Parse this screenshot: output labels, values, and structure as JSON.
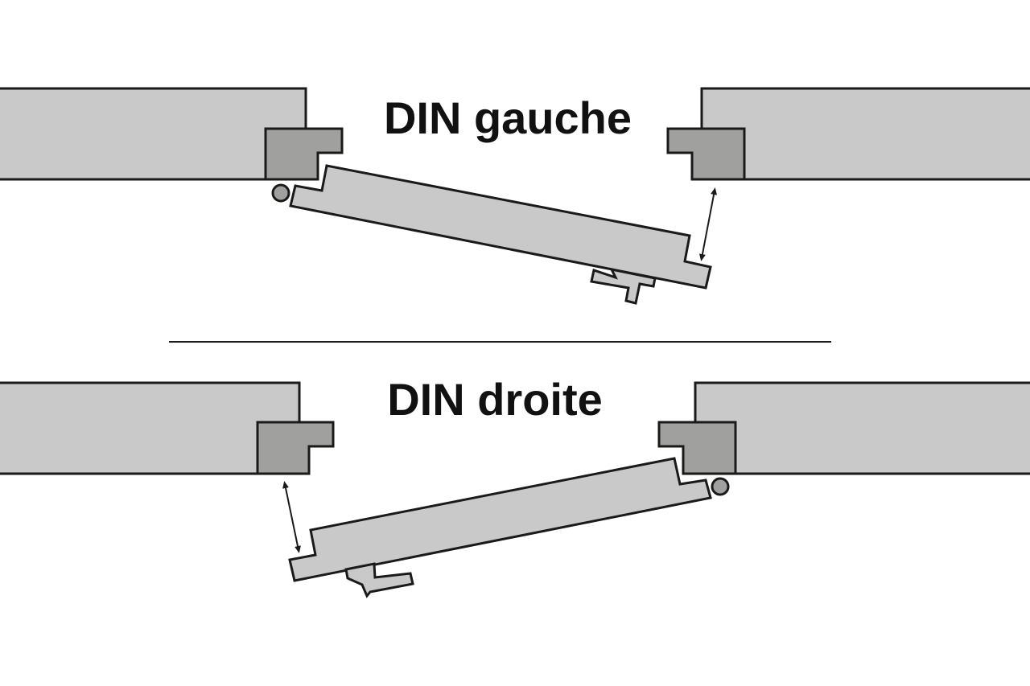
{
  "diagrams": [
    {
      "label": "DIN gauche",
      "hinge_side": "left"
    },
    {
      "label": "DIN droite",
      "hinge_side": "right"
    }
  ],
  "colors": {
    "wall": "#c8c9c8",
    "frame": "#a0a09f",
    "outline": "#1a1a1a",
    "text": "#111111",
    "background": "#ffffff"
  }
}
